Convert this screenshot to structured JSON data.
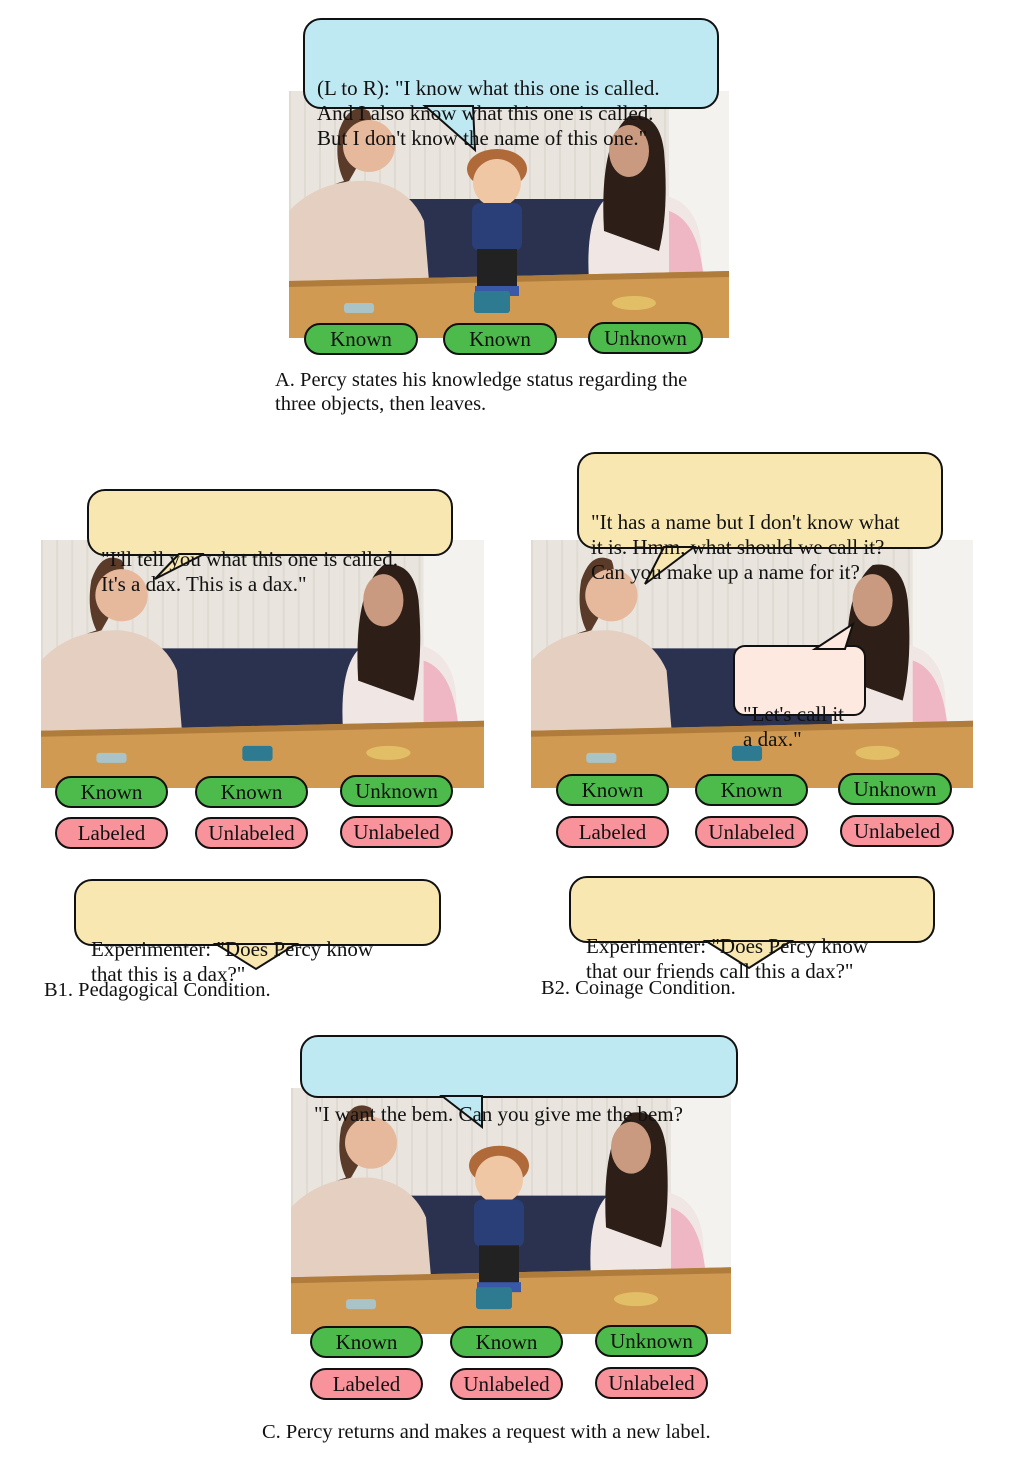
{
  "colors": {
    "known": "#4dba4c",
    "label_tag": "#f8939c",
    "percy_bubble": "#bfe9f2",
    "experimenter_bubble": "#f8e7b1",
    "child_bubble": "#fde9df"
  },
  "panel_a": {
    "bubble": "(L to R): \"I know what this one is called.\nAnd I also know what this one is called.\nBut I don't know the name of this one.\"",
    "tags": [
      "Known",
      "Known",
      "Unknown"
    ],
    "caption": "A. Percy states his knowledge status regarding the\nthree objects, then leaves."
  },
  "panel_b1": {
    "bubble": "\"I'll tell you what this one is called.\nIt's a dax. This is a dax.\"",
    "knowledge_tags": [
      "Known",
      "Known",
      "Unknown"
    ],
    "label_tags": [
      "Labeled",
      "Unlabeled",
      "Unlabeled"
    ],
    "experimenter": "Experimenter: \"Does Percy know\nthat this is a dax?\"",
    "caption": "B1. Pedagogical Condition."
  },
  "panel_b2": {
    "bubble": "\"It has a name but I don't know what\nit is. Hmm, what should we call it?\nCan you make up a name for it?",
    "child_bubble": "\"Let's call it\na dax.\"",
    "knowledge_tags": [
      "Known",
      "Known",
      "Unknown"
    ],
    "label_tags": [
      "Labeled",
      "Unlabeled",
      "Unlabeled"
    ],
    "experimenter": "Experimenter: \"Does Percy know\nthat our friends call this a dax?\"",
    "caption": "B2. Coinage Condition."
  },
  "panel_c": {
    "bubble": "\"I want the bem. Can you give me the bem?",
    "knowledge_tags": [
      "Known",
      "Known",
      "Unknown"
    ],
    "label_tags": [
      "Labeled",
      "Unlabeled",
      "Unlabeled"
    ],
    "caption": "C. Percy returns and makes a request with a new label."
  }
}
